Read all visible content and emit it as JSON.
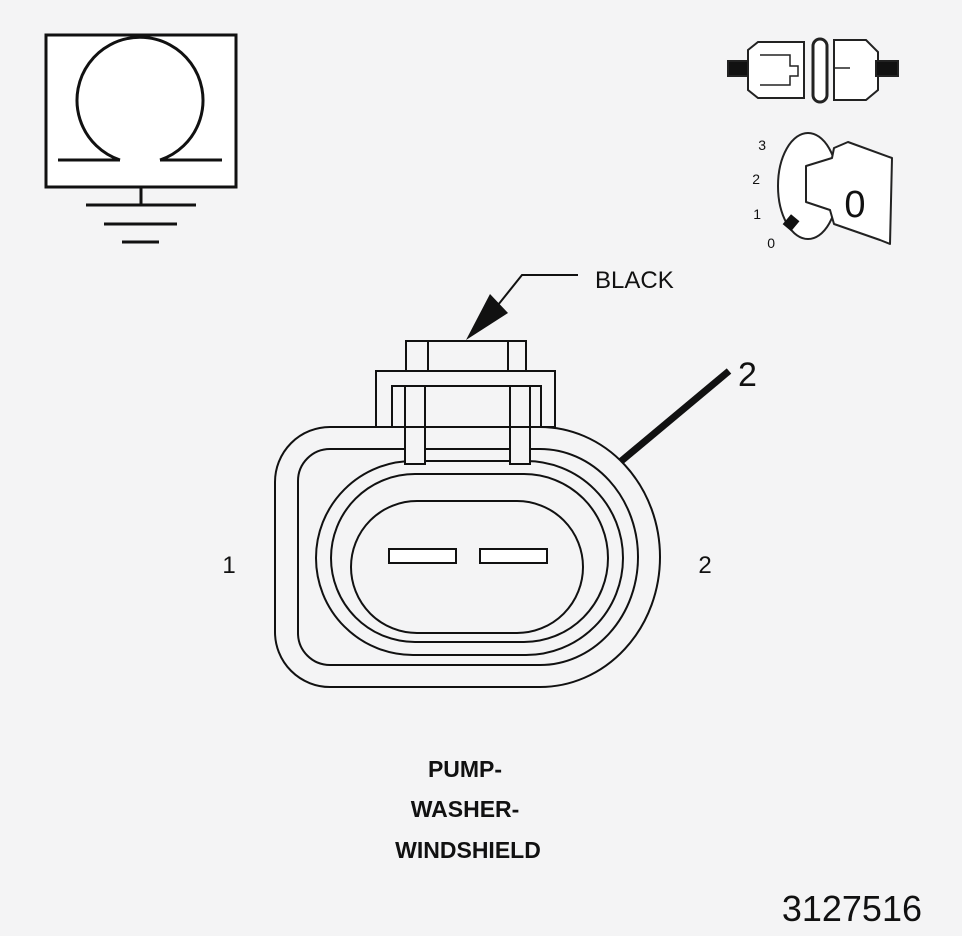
{
  "labels": {
    "color_callout": "BLACK",
    "terminal_callout": "2",
    "pin_left": "1",
    "pin_right": "2"
  },
  "title": {
    "line1": "PUMP-",
    "line2": "WASHER-",
    "line3": "WINDSHIELD"
  },
  "ignition": {
    "positions": [
      "3",
      "2",
      "1",
      "0"
    ],
    "key_label": "0"
  },
  "figure_id": "3127516"
}
